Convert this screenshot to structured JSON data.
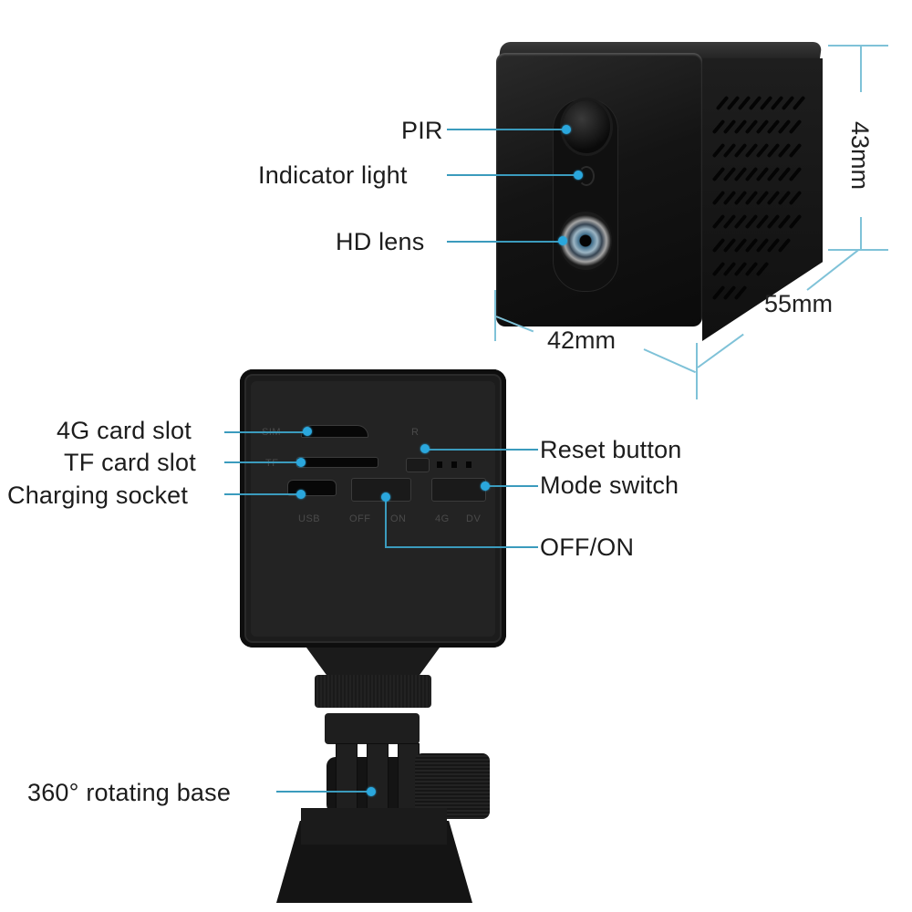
{
  "top_camera": {
    "callouts": {
      "pir": "PIR",
      "indicator_light": "Indicator light",
      "hd_lens": "HD lens"
    },
    "dimensions": {
      "height": "43mm",
      "width": "42mm",
      "depth": "55mm"
    }
  },
  "bottom_camera": {
    "callouts_left": {
      "card_4g": "4G card slot",
      "tf_card": "TF card slot",
      "charging": "Charging socket",
      "base": "360° rotating base"
    },
    "callouts_right": {
      "reset": "Reset button",
      "mode": "Mode switch",
      "power": "OFF/ON"
    },
    "panel_markings": {
      "sim": "SIM",
      "tf": "TF",
      "reset": "R",
      "usb": "USB",
      "off": "OFF",
      "on": "ON",
      "mode_4g": "4G",
      "mode_dv": "DV"
    }
  },
  "colors": {
    "callout_line": "#3b9bbd",
    "callout_dot": "#2aa7dd",
    "dimension_line": "#7fc2d8",
    "device_body": "#1c1c1c",
    "background": "#ffffff"
  }
}
